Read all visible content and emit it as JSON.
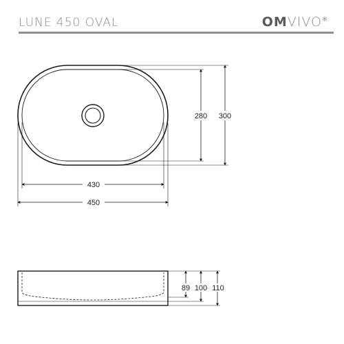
{
  "header": {
    "title": "LUNE 450 OVAL",
    "logo_text_bold": "OM",
    "logo_text_light": "VIVO",
    "logo_mark": "®"
  },
  "top_view": {
    "dim_length_inner": "430",
    "dim_length_outer": "450",
    "dim_width_inner": "280",
    "dim_width_outer": "300"
  },
  "side_view": {
    "dim_depth_inner": "89",
    "dim_height_mid": "100",
    "dim_height_outer": "110"
  },
  "colors": {
    "line": "#1a1a1a",
    "header_text": "#8a8a8a",
    "rule": "#8f8f8f"
  }
}
